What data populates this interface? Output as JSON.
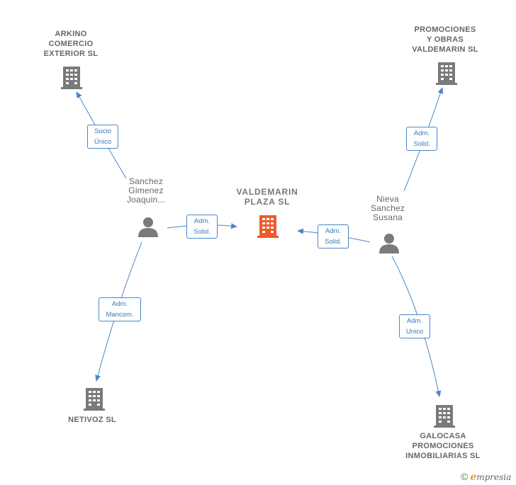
{
  "center": {
    "name": "VALDEMARIN\nPLAZA  SL",
    "color": "#f05a28"
  },
  "companies": [
    {
      "id": "arkino",
      "name": "ARKINO\nCOMERCIO\nEXTERIOR SL"
    },
    {
      "id": "promociones",
      "name": "PROMOCIONES\nY OBRAS\nVALDEMARIN SL"
    },
    {
      "id": "netivoz",
      "name": "NETIVOZ SL"
    },
    {
      "id": "galocasa",
      "name": "GALOCASA\nPROMOCIONES\nINMOBILIARIAS SL"
    }
  ],
  "persons": [
    {
      "id": "sanchez",
      "name": "Sanchez\nGimenez\nJoaquin..."
    },
    {
      "id": "nieva",
      "name": "Nieva\nSanchez\nSusana"
    }
  ],
  "edges": [
    {
      "id": "socio-unico",
      "label": "Socio\nÚnico"
    },
    {
      "id": "adm-solid-left",
      "label": "Adm.\nSolid."
    },
    {
      "id": "adm-mancom",
      "label": "Adm.\nMancom."
    },
    {
      "id": "adm-solid-right",
      "label": "Adm.\nSolid."
    },
    {
      "id": "adm-solid-top",
      "label": "Adm.\nSolid."
    },
    {
      "id": "adm-unico",
      "label": "Adm.\nUnico"
    }
  ],
  "colors": {
    "edge": "#4a86c8",
    "building": "#7a7a7a",
    "person": "#7a7a7a"
  },
  "brand": {
    "symbol": "©",
    "initial": "e",
    "rest": "mpresia"
  }
}
